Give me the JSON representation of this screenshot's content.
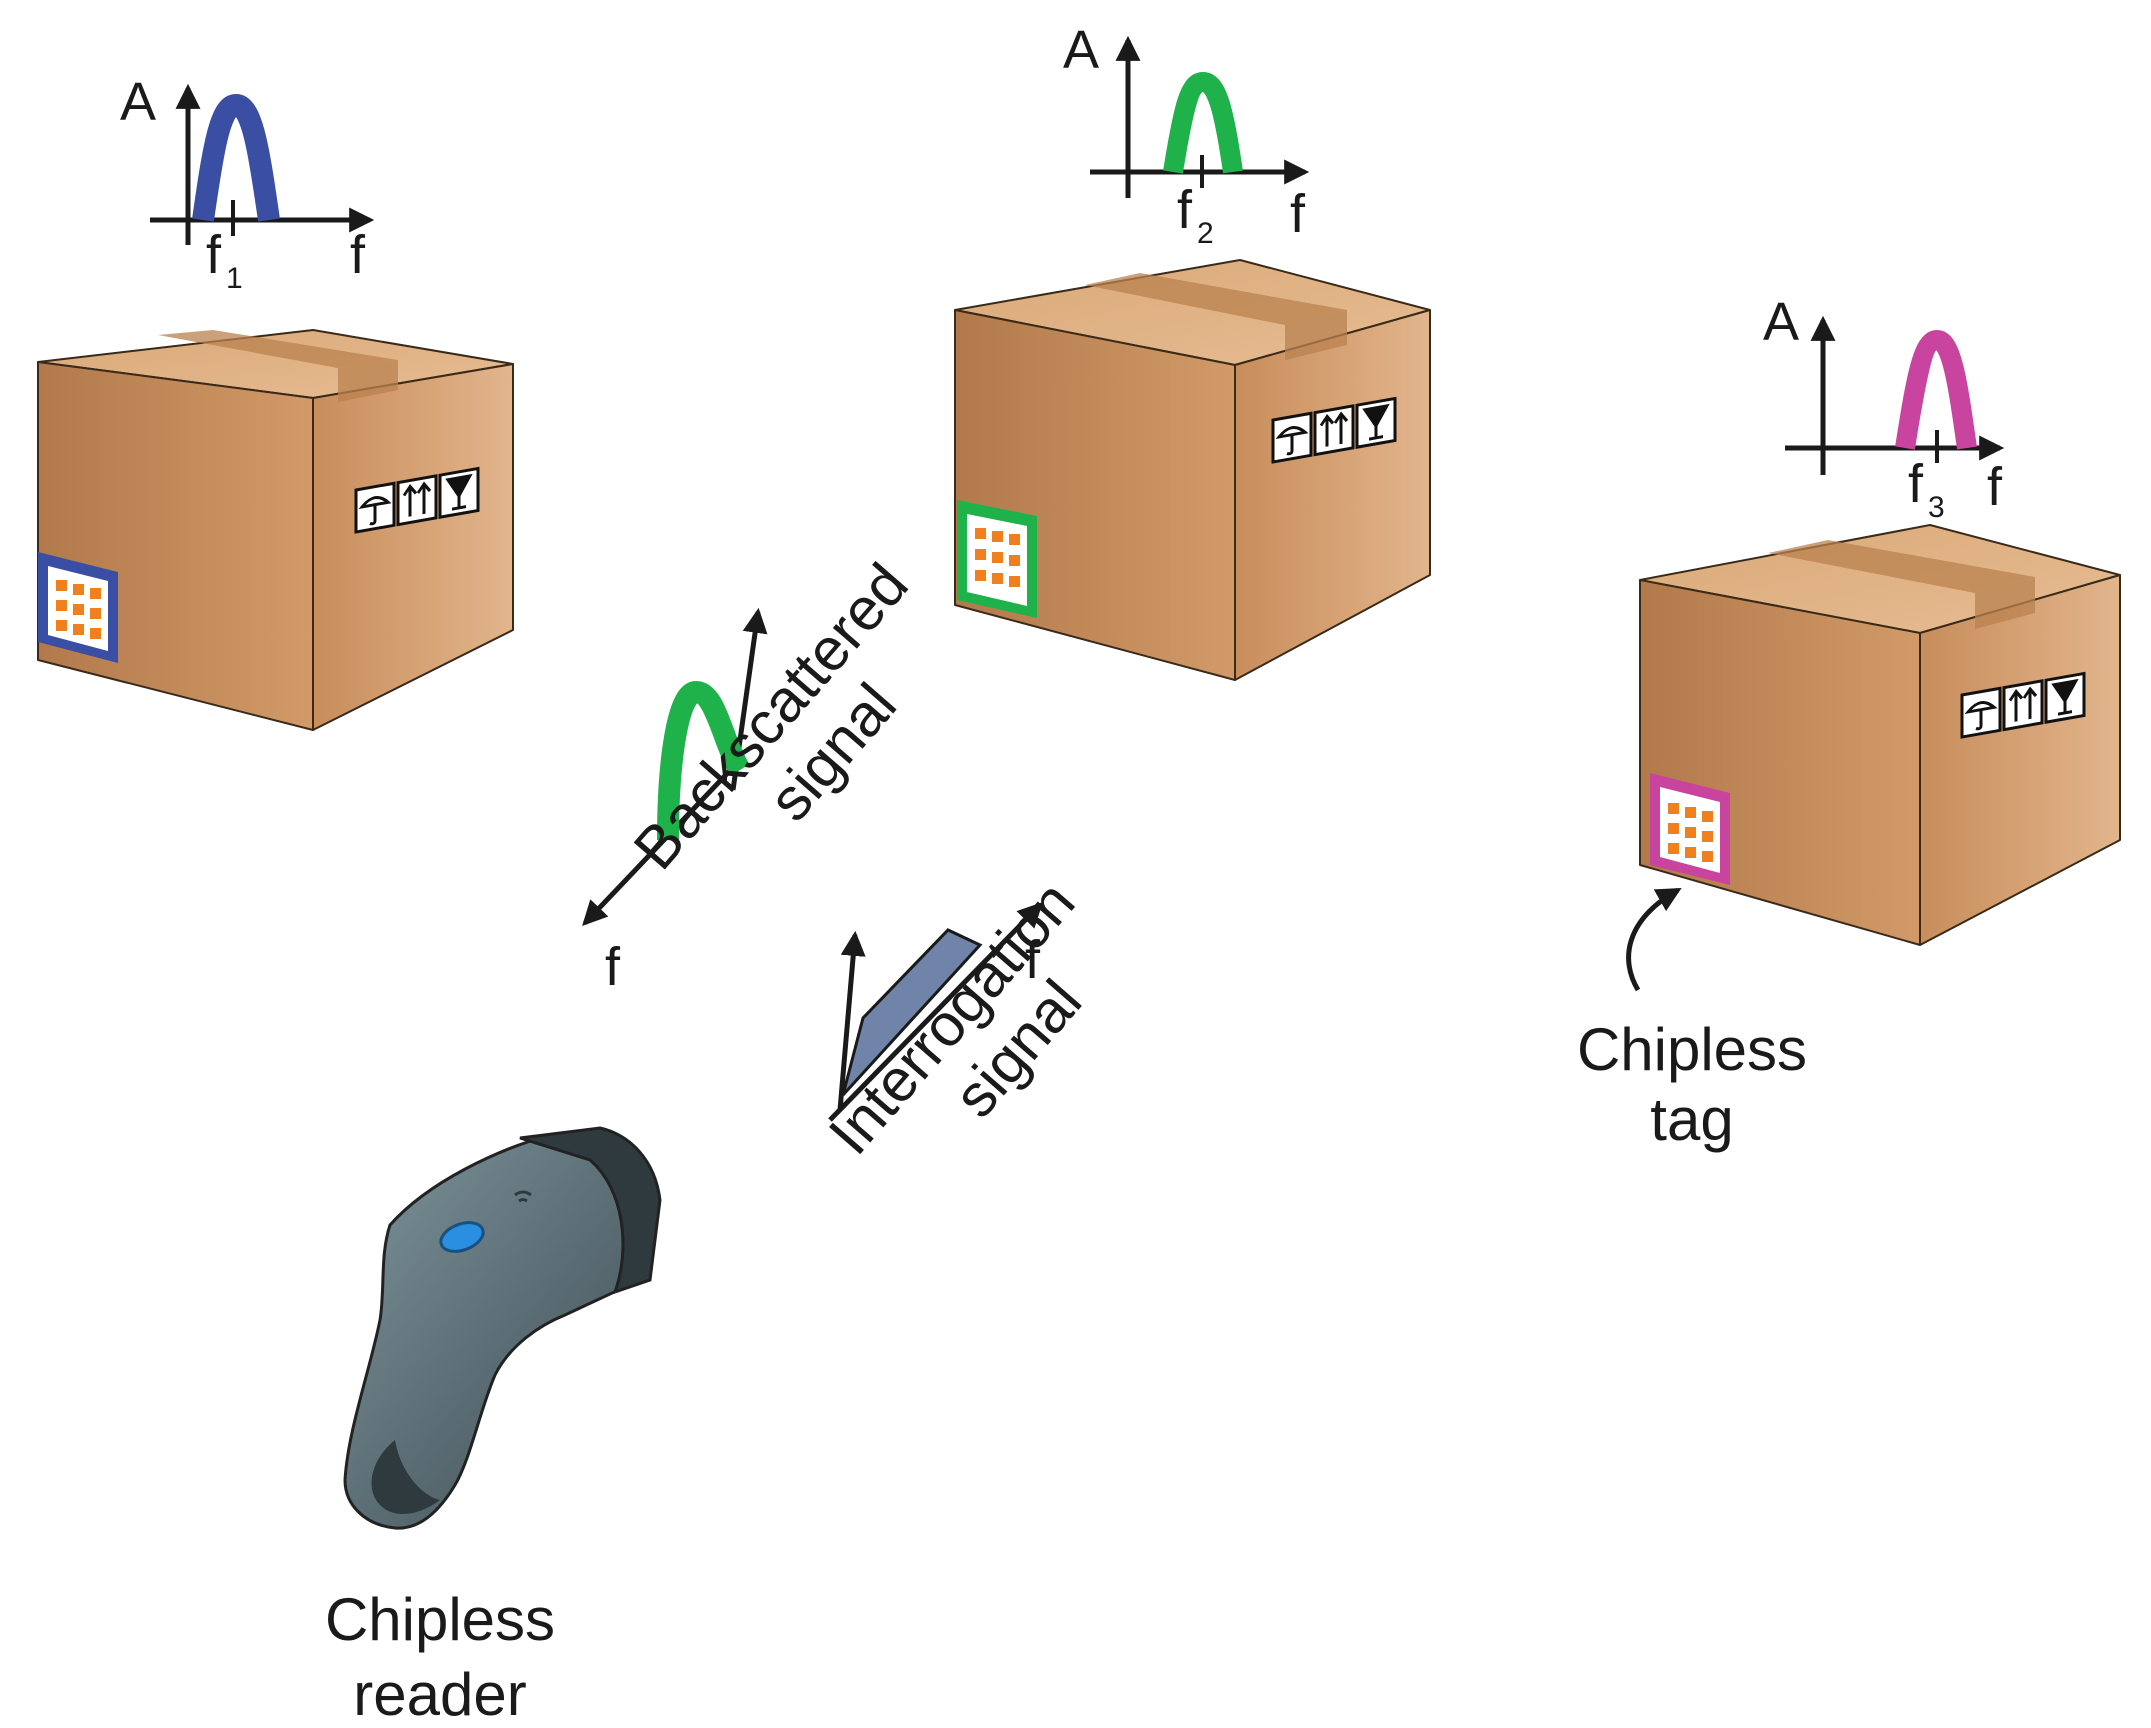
{
  "labels": {
    "amplitude": "A",
    "frequency": "f",
    "backscattered_line1": "Backscattered",
    "backscattered_line2": "signal",
    "interrogation_line1": "Interrogation",
    "interrogation_line2": "signal",
    "tag_line1": "Chipless",
    "tag_line2": "tag",
    "reader_line1": "Chipless",
    "reader_line2": "reader"
  },
  "tags": [
    {
      "id": "tag-1",
      "freq_label": "f",
      "freq_sub": "1",
      "color": "#3a4fa3"
    },
    {
      "id": "tag-2",
      "freq_label": "f",
      "freq_sub": "2",
      "color": "#1fb24a"
    },
    {
      "id": "tag-3",
      "freq_label": "f",
      "freq_sub": "3",
      "color": "#c9449f"
    }
  ],
  "colors": {
    "box_front": "#c98e5c",
    "box_side": "#d6a274",
    "box_top": "#dfb185",
    "tag_dots": "#f07f1d",
    "interrogation_fill": "#6f84a8",
    "reader_body": "#5e7078",
    "reader_button": "#2a8fe0"
  },
  "icons": [
    "umbrella-icon",
    "this-way-up-icon",
    "fragile-glass-icon"
  ]
}
